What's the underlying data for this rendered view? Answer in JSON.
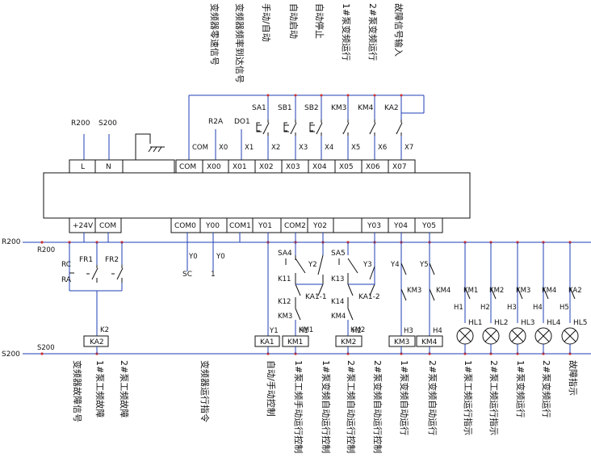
{
  "top_labels": [
    "变频器零速信号",
    "变频器频率到达信号",
    "手动/自动",
    "自动启动",
    "自动停止",
    "1#泵变频运行",
    "2#泵变频运行",
    "故障信号输入"
  ],
  "bottom_labels": [
    "变频器故障信号",
    "1#泵工频故障",
    "2#泵工频故障",
    "变频器运行指令",
    "自动/手动控制",
    "1#泵工频手动运行控制",
    "1#泵变频自动运行控制",
    "2#泵工频自动运行控制",
    "2#泵变频自动运行控制",
    "1#泵变频自动运行",
    "2#泵变频自动运行",
    "1#泵工频运行指示",
    "2#泵工频运行指示",
    "1#泵变频运行",
    "2#泵变频运行",
    "故障指示"
  ],
  "power": {
    "r_top": "R200",
    "s_top": "S200",
    "r_rail": "R200",
    "s_rail": "S200",
    "r_small": "R200",
    "s_small": "S200"
  },
  "top_terminals": [
    "L",
    "N",
    "COM",
    "X00",
    "X01",
    "X02",
    "X03",
    "X04",
    "X05",
    "X06",
    "X07"
  ],
  "top_wire_labels": [
    "COM",
    "X0",
    "X1",
    "X2",
    "X3",
    "X4",
    "X5",
    "X6",
    "X7"
  ],
  "top_input_names": [
    "R2A",
    "DO1"
  ],
  "top_contacts": [
    "SA1",
    "SB1",
    "SB2",
    "KM3",
    "KM4",
    "KA2"
  ],
  "bottom_terminals": [
    "+24V",
    "COM",
    "COM0",
    "Y00",
    "COM1",
    "Y01",
    "COM2",
    "Y02",
    "",
    "Y03",
    "Y04",
    "Y05"
  ],
  "output_wire_labels": [
    "Y0",
    "Y0",
    "SC",
    "1"
  ],
  "relay_labels": [
    "FR1",
    "FR2",
    "RC",
    "RA",
    "K2",
    "KA2"
  ],
  "switch_labels": [
    "SA4",
    "SA5",
    "Y2",
    "Y3",
    "Y4",
    "Y5",
    "K11",
    "K13",
    "K12",
    "K14",
    "KM3",
    "KM4",
    "KA1-1",
    "KA1-2",
    "KM1",
    "KM2"
  ],
  "coils": [
    "KA1",
    "KM1",
    "KM2",
    "KM3",
    "KM4"
  ],
  "coil_terms": [
    "Y1",
    "H1",
    "H2",
    "H3",
    "H4"
  ],
  "lamp_contacts": [
    "KM1",
    "KM2",
    "KM3",
    "KM4",
    "KA2"
  ],
  "lamp_h": [
    "H1",
    "H2",
    "H3",
    "H4",
    "H5"
  ],
  "lamps": [
    "HL1",
    "HL2",
    "HL3",
    "HL4",
    "HL5"
  ],
  "colors": {
    "wire": "#1f3fb4",
    "node": "#d0312d",
    "text": "#111111"
  }
}
